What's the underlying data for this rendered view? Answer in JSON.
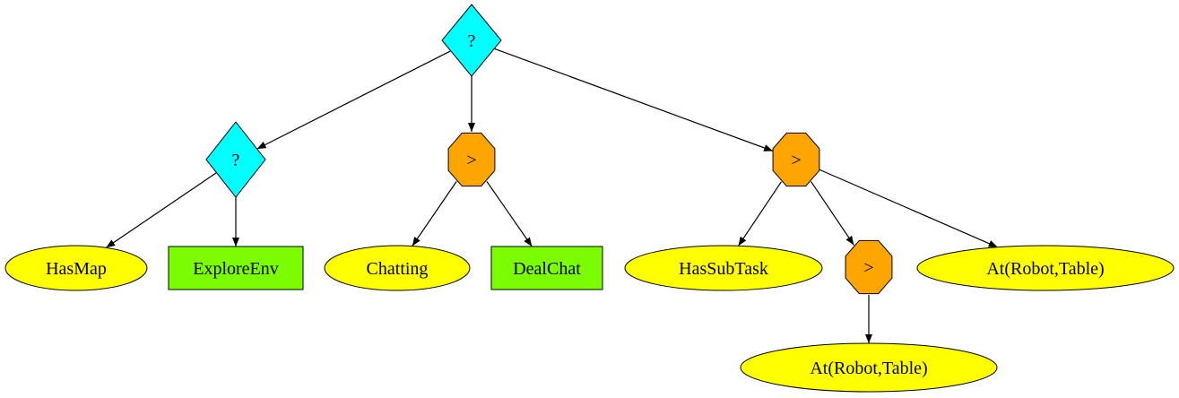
{
  "colors": {
    "fallback": "#00ffff",
    "sequence": "#ffa500",
    "condition": "#ffff00",
    "action": "#7cfc00",
    "stroke": "#000000"
  },
  "nodes": [
    {
      "id": "root",
      "kind": "fallback",
      "label": "?"
    },
    {
      "id": "fb2",
      "kind": "fallback",
      "label": "?"
    },
    {
      "id": "seq1",
      "kind": "sequence",
      "label": ">"
    },
    {
      "id": "seq2",
      "kind": "sequence",
      "label": ">"
    },
    {
      "id": "hasmap",
      "kind": "condition",
      "label": "HasMap"
    },
    {
      "id": "exploreenv",
      "kind": "action",
      "label": "ExploreEnv"
    },
    {
      "id": "chatting",
      "kind": "condition",
      "label": "Chatting"
    },
    {
      "id": "dealchat",
      "kind": "action",
      "label": "DealChat"
    },
    {
      "id": "hassubtask",
      "kind": "condition",
      "label": "HasSubTask"
    },
    {
      "id": "seq3",
      "kind": "sequence",
      "label": ">"
    },
    {
      "id": "at1",
      "kind": "condition",
      "label": "At(Robot,Table)"
    },
    {
      "id": "at2",
      "kind": "condition",
      "label": "At(Robot,Table)"
    }
  ],
  "edges": [
    {
      "from": "root",
      "to": "fb2"
    },
    {
      "from": "root",
      "to": "seq1"
    },
    {
      "from": "root",
      "to": "seq2"
    },
    {
      "from": "fb2",
      "to": "hasmap"
    },
    {
      "from": "fb2",
      "to": "exploreenv"
    },
    {
      "from": "seq1",
      "to": "chatting"
    },
    {
      "from": "seq1",
      "to": "dealchat"
    },
    {
      "from": "seq2",
      "to": "hassubtask"
    },
    {
      "from": "seq2",
      "to": "seq3"
    },
    {
      "from": "seq2",
      "to": "at1"
    },
    {
      "from": "seq3",
      "to": "at2"
    }
  ]
}
